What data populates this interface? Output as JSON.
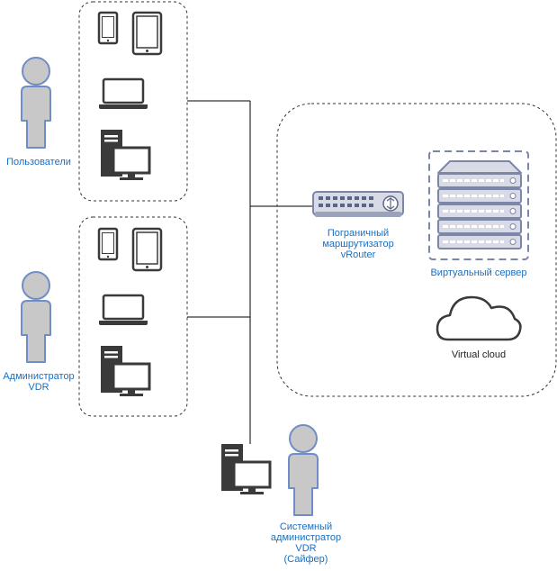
{
  "labels": {
    "users": "Пользователи",
    "admin_line1": "Администратор",
    "admin_line2": "VDR",
    "router_line1": "Пограничный",
    "router_line2": "маршрутизатор",
    "router_line3": "vRouter",
    "virtual_server": "Виртуальный сервер",
    "virtual_cloud": "Virtual cloud",
    "sysadmin_line1": "Системный",
    "sysadmin_line2": "администратор",
    "sysadmin_line3": "VDR",
    "sysadmin_line4": "(Сайфер)"
  },
  "colors": {
    "label_blue": "#1a6fc0",
    "person_fill": "#c8c8c8",
    "person_stroke": "#6f8ec8",
    "device_dark": "#3a3a3a",
    "server_fill": "#d8dbe6",
    "server_stroke": "#7c86a8",
    "line": "#000000"
  },
  "icons": {
    "person": "person-icon",
    "phone": "smartphone-icon",
    "tablet": "tablet-icon",
    "laptop": "laptop-icon",
    "desktop": "desktop-pc-icon",
    "router": "router-icon",
    "server": "server-rack-icon",
    "cloud": "cloud-icon"
  }
}
